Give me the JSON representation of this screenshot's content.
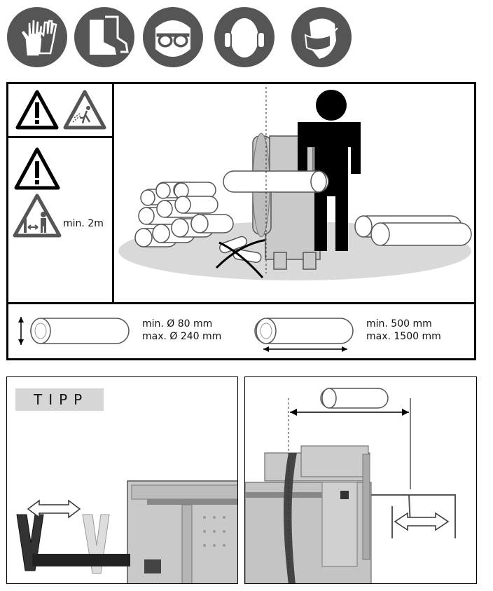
{
  "ppe_icons": [
    {
      "name": "gloves-icon"
    },
    {
      "name": "safety-boots-icon"
    },
    {
      "name": "safety-glasses-icon"
    },
    {
      "name": "ear-protection-icon"
    },
    {
      "name": "face-mask-icon"
    }
  ],
  "safety": {
    "distance_label": "min. 2m"
  },
  "dimensions": {
    "diameter_min": "min. Ø 80 mm",
    "diameter_max": "max. Ø 240 mm",
    "length_min": "min. 500 mm",
    "length_max": "max. 1500 mm"
  },
  "tip": {
    "label": "TIPP"
  },
  "colors": {
    "icon_circle": "#555555",
    "warning_fill": "#ffffff",
    "ground": "#d9d9d9",
    "machine": "#c9c9c9",
    "tip_box": "#d6d6d6"
  }
}
